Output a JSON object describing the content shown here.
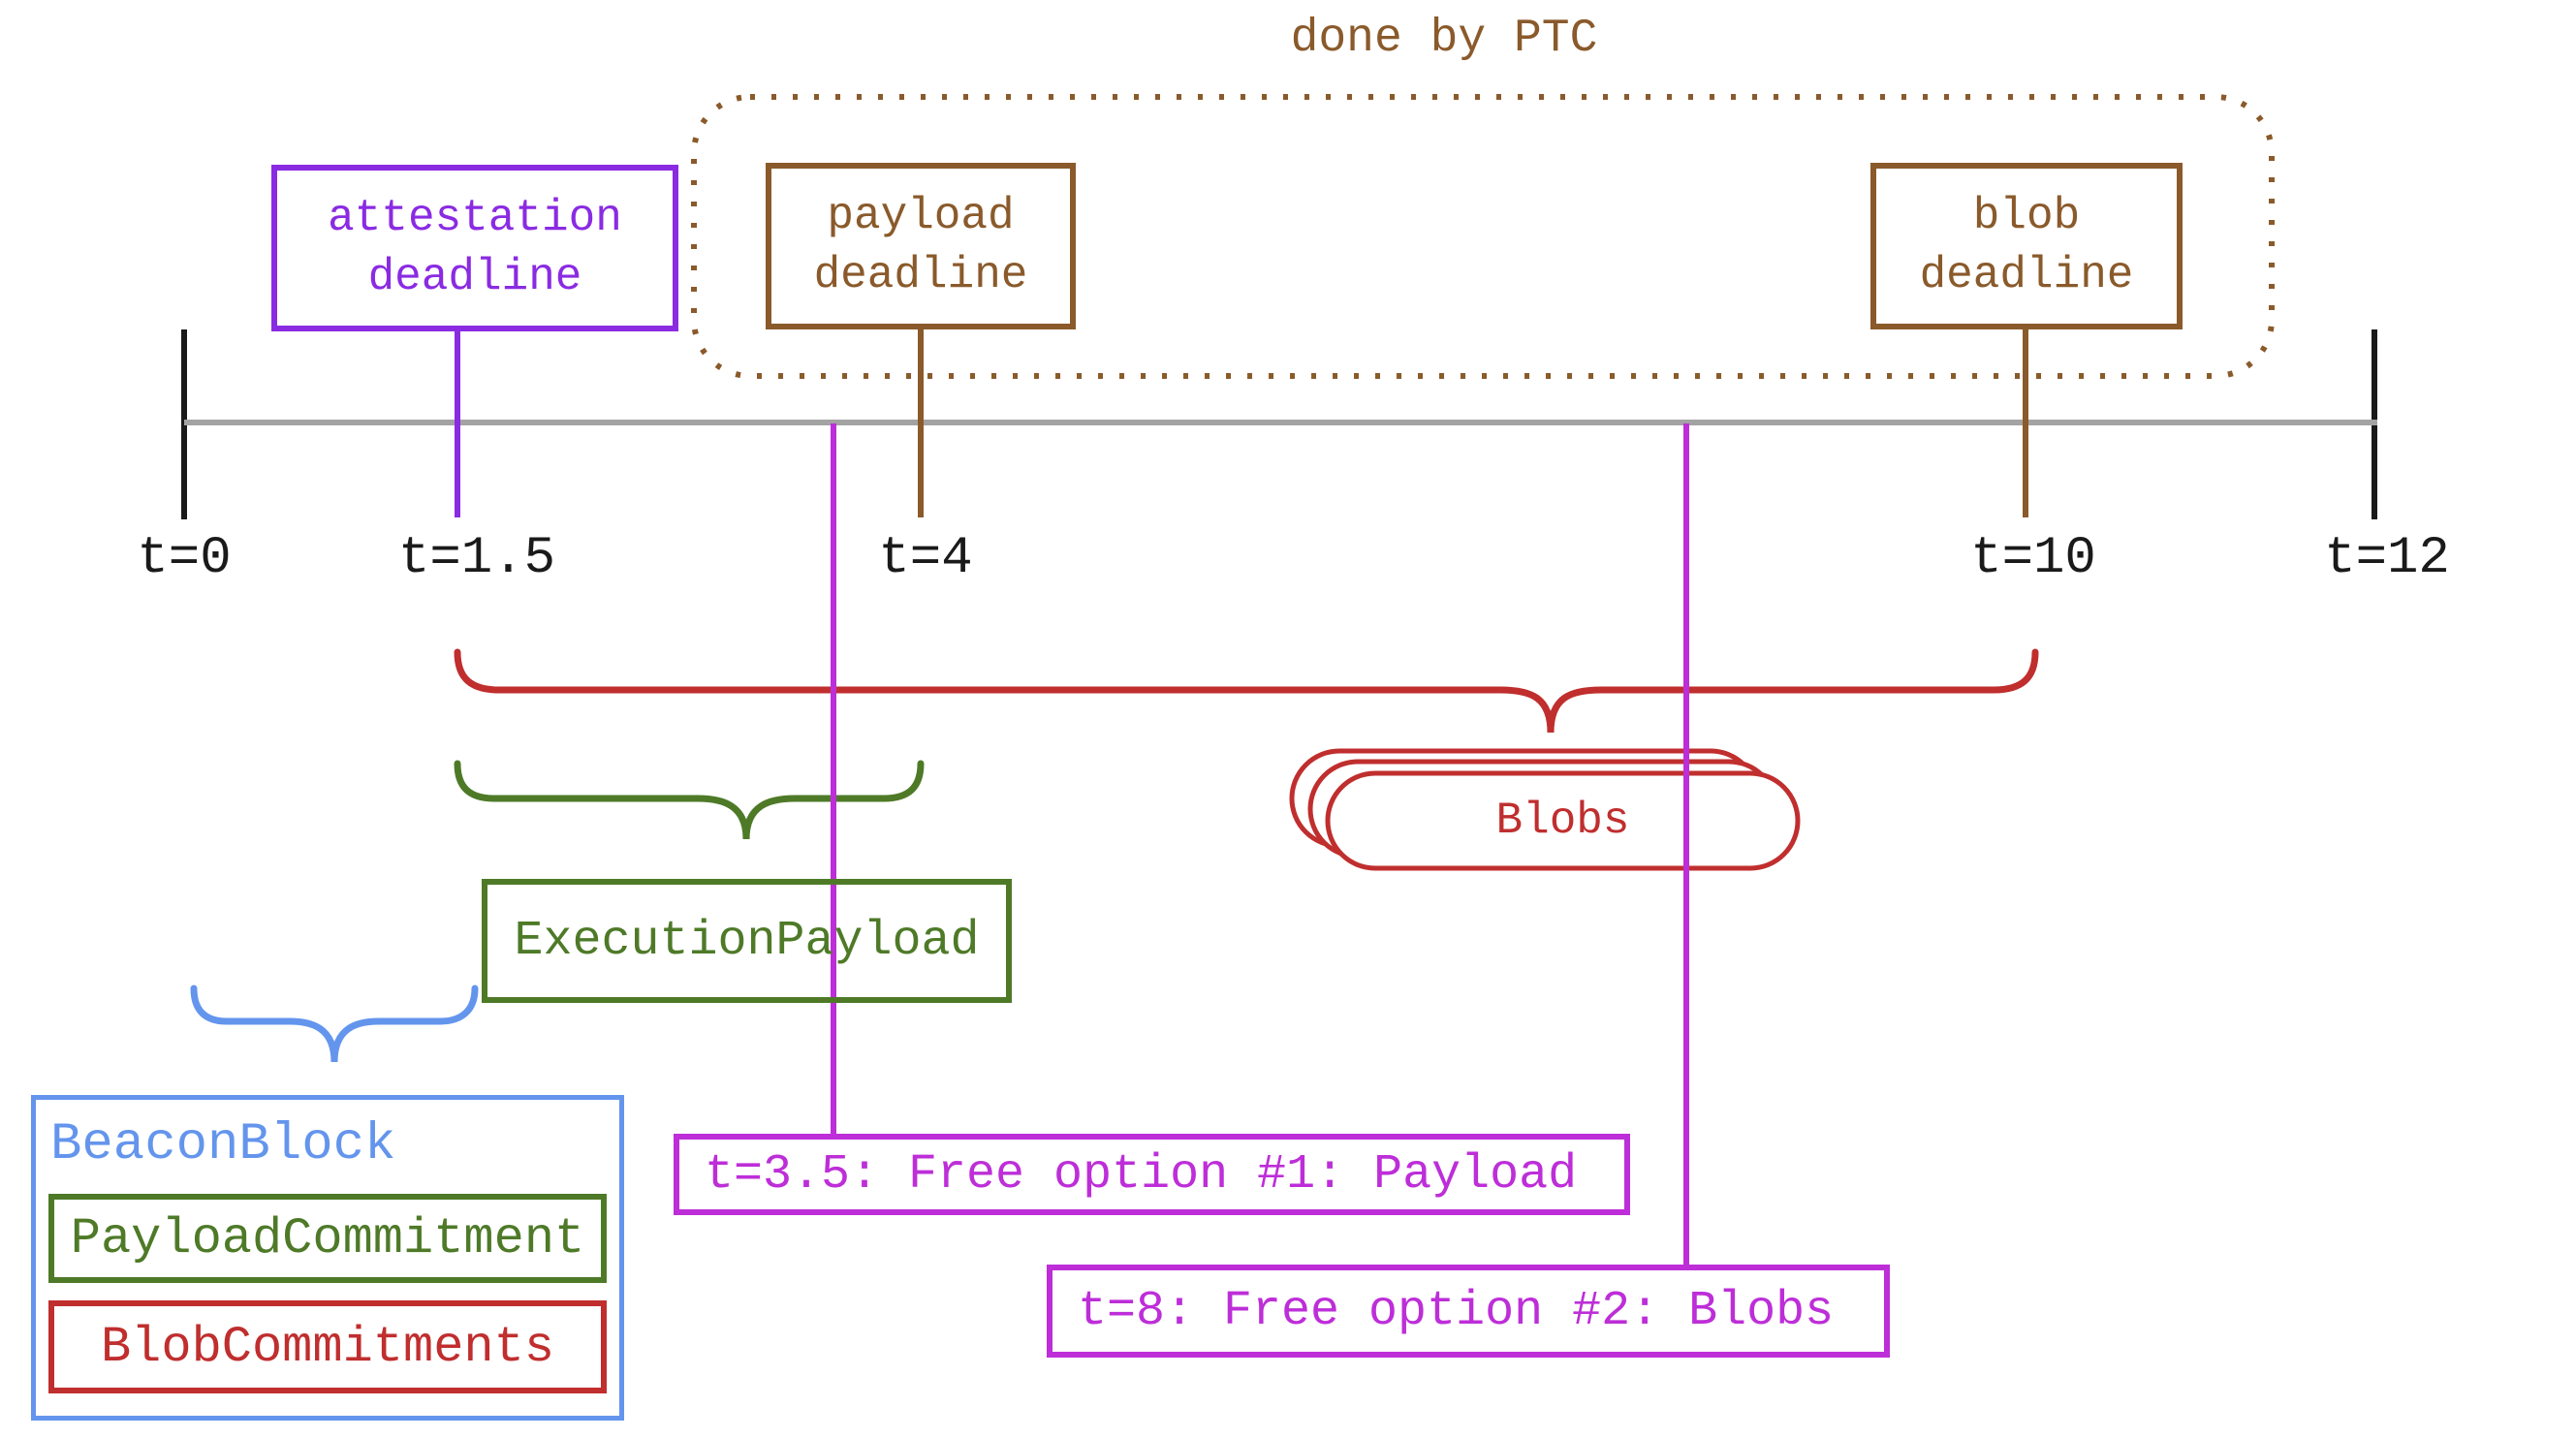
{
  "diagram_title": "done by PTC",
  "colors": {
    "purple": "#8a2be2",
    "brown": "#8a5a2b",
    "magenta": "#bd2ed8",
    "red": "#c02e2e",
    "olive_green": "#4e7a28",
    "blue": "#6495ed",
    "timeline_gray": "#a3a3a3",
    "black": "#1a1a1a"
  },
  "timeline": {
    "ticks": [
      {
        "label": "t=0"
      },
      {
        "label": "t=1.5"
      },
      {
        "label": "t=4"
      },
      {
        "label": "t=10"
      },
      {
        "label": "t=12"
      }
    ]
  },
  "deadline_boxes": {
    "attestation": {
      "line1": "attestation",
      "line2": "deadline"
    },
    "payload": {
      "line1": "payload",
      "line2": "deadline"
    },
    "blob": {
      "line1": "blob",
      "line2": "deadline"
    }
  },
  "annotations": {
    "execution_payload": "ExecutionPayload",
    "blobs": "Blobs",
    "free_option_1": "t=3.5: Free option #1: Payload",
    "free_option_2": "t=8: Free option #2: Blobs"
  },
  "beacon_block": {
    "title": "BeaconBlock",
    "fields": [
      {
        "label": "PayloadCommitment"
      },
      {
        "label": "BlobCommitments"
      }
    ]
  }
}
